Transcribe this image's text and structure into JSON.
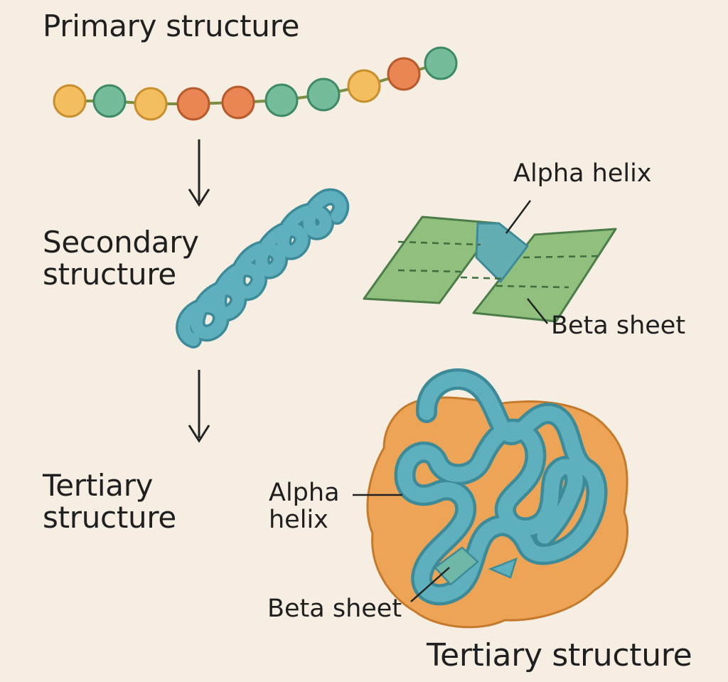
{
  "labels": {
    "primary": "Primary structure",
    "secondary": "Secondary structure",
    "tertiary": "Tertiary structure",
    "secondary_alpha": "Alpha helix",
    "secondary_beta": "Beta sheet",
    "tertiary_alpha": "Alpha helix",
    "tertiary_beta": "Beta sheet",
    "tertiary_caption": "Tertiary structure"
  },
  "amino_acid_chain": [
    "yellow",
    "green",
    "yellow",
    "red",
    "red",
    "green",
    "green",
    "yellow",
    "red",
    "green"
  ],
  "colors": {
    "background": "#f6eee3",
    "yellow": "#f4be5e",
    "green": "#75bd9a",
    "red": "#e98653",
    "chain_link": "#7a8f42",
    "helix": "#54a4b2",
    "helix_dark": "#3d8b99",
    "sheet": "#90bf7e",
    "sheet_stroke": "#4c7d48",
    "globule": "#eda456",
    "globule_stroke": "#c47a2a",
    "arrow": "#222222"
  }
}
